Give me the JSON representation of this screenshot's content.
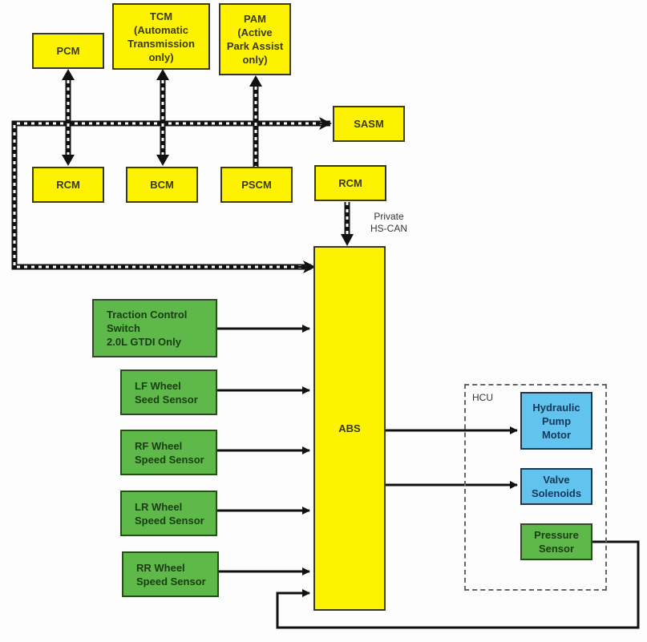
{
  "nodes": {
    "pcm": "PCM",
    "tcm": "TCM\n(Automatic\nTransmission\nonly)",
    "pam": "PAM\n(Active\nPark Assist\nonly)",
    "sasm": "SASM",
    "rcm_bus": "RCM",
    "bcm": "BCM",
    "pscm": "PSCM",
    "rcm_private": "RCM",
    "abs": "ABS",
    "traction_control": "Traction Control\nSwitch\n2.0L GTDI Only",
    "lf_sensor": "LF Wheel\nSeed Sensor",
    "rf_sensor": "RF Wheel\nSpeed Sensor",
    "lr_sensor": "LR Wheel\nSpeed Sensor",
    "rr_sensor": "RR Wheel\nSpeed Sensor",
    "hydraulic_pump": "Hydraulic\nPump\nMotor",
    "valve_solenoids": "Valve\nSolenoids",
    "pressure_sensor": "Pressure\nSensor"
  },
  "labels": {
    "hs_can": "HS-CAN",
    "private_hs_can": "Private\nHS-CAN",
    "hcu": "HCU"
  },
  "colors": {
    "module_yellow": "#fdf200",
    "input_green": "#5fb84a",
    "actuator_blue": "#62c3ef"
  }
}
